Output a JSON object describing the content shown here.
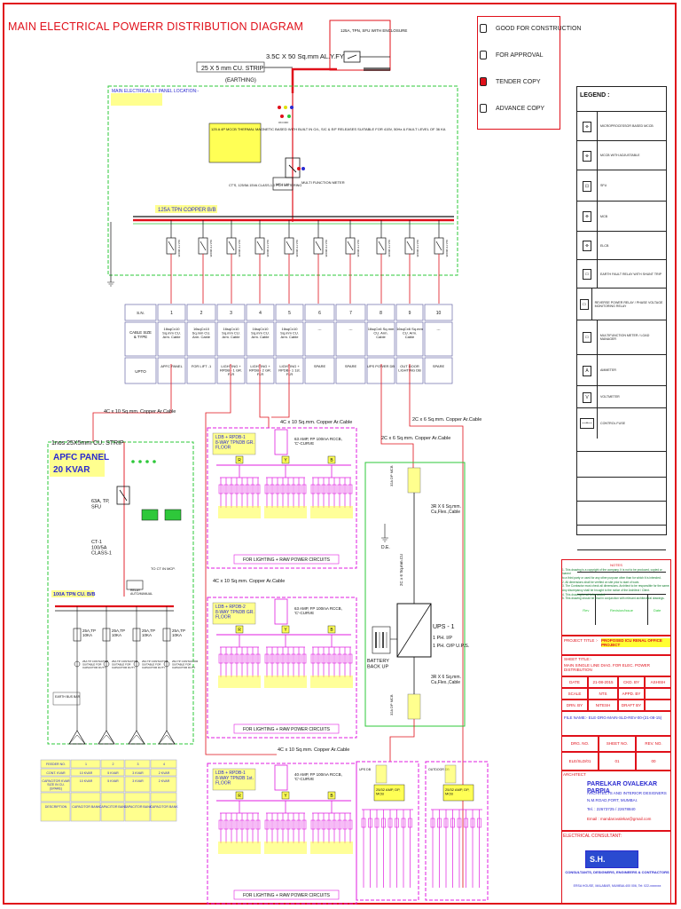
{
  "title": "MAIN ELECTRICAL POWERR DISTRIBUTION DIAGRAM",
  "status_options": [
    "GOOD FOR CONSTRUCTION",
    "FOR APPROVAL",
    "TENDER COPY",
    "ADVANCE COPY"
  ],
  "status_selected": "TENDER COPY",
  "incomer": {
    "sfu_label": "125A, TPN, SFU WITH ENCLOSURE",
    "cable": "3.5C X 50 Sq.mm  AL.Y.FY",
    "earthing_strip": "25 X 5 mm CU. STRIP",
    "earthing_word": "(EARTHING)",
    "panel_label": "MAIN ELECTRICAL LT PANEL LOCATION:-",
    "mccb_note": "125 A 4P MCCB THERMAL MAGNETIC BASED WITH BUILT IN O/L, S/C & E/F RELEASES SUITABLE FOR 415V, 50Hz & FAULT LEVEL OF 36 KA",
    "ct_note": "CT'S, 125/5A 15VA CLASS-1.0 FOR METERING",
    "meter_label": "MULTI FUNCTION METER",
    "meter_box": "MF / LM",
    "indicator_letters": [
      "R",
      "Y",
      "B"
    ],
    "indicator_sub": "ON  OFF",
    "busbar": "125A TPN COPPER B/B"
  },
  "feeder_table": {
    "header": "S.N.",
    "row2_label": "CABLE SIZE & TYPE",
    "row3_label": "UPTO",
    "numbers": [
      "1",
      "2",
      "3",
      "4",
      "5",
      "6",
      "7",
      "8",
      "9",
      "10"
    ],
    "cables": [
      "16sqCx10 Sq.mm CU. Arm. Cable",
      "16sqCx10 Sq.mm CU. Arm. Cable",
      "16sqCx10 Sq.mm CU. Arm. Cable",
      "16sqCx10 Sq.mm CU. Arm. Cable",
      "16sqCx10 Sq.mm CU. Arm. Cable",
      "---",
      "---",
      "16sqCx6 Sq.mm CU. Arm. Cable",
      "16sqCx6 Sq.mm CU. Arm. Cable",
      "---"
    ],
    "upto": [
      "APFC PANEL",
      "FOR LIFT -1",
      "LIGHTING + RPDB - 1 GR. FLR",
      "LIGHTING + RPDB - 2 GR. FLR",
      "LIGHTING + RPDB - 1 1st. FLR",
      "SPARE",
      "SPARE",
      "UPS POWER DB",
      "OUT DOOR LIGHTING DB",
      "SPARE"
    ]
  },
  "cable_labels": [
    "4C x 10 Sq.mm. Copper Ar.Cable",
    "4C x 10 Sq.mm. Copper Ar.Cable",
    "2C x 6 Sq.mm. Copper Ar.Cable",
    "2C x 6 Sq.mm. Copper Ar.Cable",
    "4C x 10 Sq.mm. Copper Ar.Cable",
    "4C x 10 Sq.mm. Copper Ar.Cable"
  ],
  "apfc": {
    "strip": "1nos 25X5mm CU. STRIP",
    "title1": "APFC PANEL",
    "title2": "20 KVAR",
    "sfu": "63A, TP, SFU",
    "ct": "CT-1 100/5A CLASS-1",
    "to_ct": "TO CT IN MCP.",
    "relay": "RELAY AUTO/MANUAL",
    "busbar": "100A TPN CU. B/B",
    "branches": [
      "25A,TP 10KA",
      "25A,TP 10KA",
      "25A,TP 10KA",
      "25A,TP 10KA"
    ],
    "contactor": "25A TP CONTACTOR SUITABLE FOR CAPACITOR DUTY",
    "earth": "EARTH BUS BAR",
    "table": {
      "rows": [
        [
          "FEEDER NO.",
          "1",
          "2",
          "3",
          "4"
        ],
        [
          "CONT. KVAR",
          "10 KVAR",
          "5 KVAR",
          "3 KVAR",
          "2 KVAR"
        ],
        [
          "CAPACITOR KVAR SIZE IN CU. (SPARE)",
          "10 KVAR",
          "5 KVAR",
          "3 KVAR",
          "2 KVAR"
        ],
        [
          "",
          "",
          "",
          "",
          ""
        ],
        [
          "DESCRIPTION",
          "CAPACITOR BANK",
          "CAPACITOR BANK",
          "CAPACITOR BANK",
          "CAPACITOR BANK"
        ]
      ]
    }
  },
  "ldbs": [
    {
      "title": "LDB + RPDB-1 8-WAY TPNDB GR. FLOOR",
      "mcb": "63 AMP, FP 100mA RCCB, 'C'-CURVE",
      "footer": "FOR LIGHTING + RAW POWER CIRCUITS"
    },
    {
      "title": "LDB + RPDB-2 8-WAY TPNDB GR. FLOOR",
      "mcb": "63 AMP, FP 100mA RCCB, 'C'-CURVE",
      "footer": "FOR LIGHTING + RAW POWER CIRCUITS"
    },
    {
      "title": "LDB + RPDB-1 8-WAY TPNDB 1st. FLOOR",
      "mcb": "40 AMP, FP 100mA RCCB, 'C'-CURVE",
      "footer": "FOR LIGHTING + RAW POWER CIRCUITS"
    }
  ],
  "phase_letters": [
    "R",
    "Y",
    "B"
  ],
  "ups": {
    "dp_in": "32A DP MCB",
    "cable_in": "3R X 6 Sq.mm. Cu,Flex.,Cable",
    "cable_vert": "2C x 6 Sq.mm.CU",
    "de": "D.E.",
    "title": "UPS - 1",
    "detail1": "1 PH. I/P",
    "detail2": "1 PH. O/P U.P.S.",
    "battery": "BATTERY BACK UP",
    "dp_out": "32A DP MCB",
    "cable_out": "3R X 6 Sq.mm. Cu,Flex.,Cable"
  },
  "small_dbs": [
    {
      "title": "UPS DB",
      "rating": "25/32 AMP, DP, MCB"
    },
    {
      "title": "OUTDOOR DB",
      "rating": "25/32 AMP, DP, MCB"
    }
  ],
  "legend": {
    "heading": "LEGEND :",
    "rows": [
      {
        "icon": "mccb-icon",
        "text": "MICROPROCESSOR BASED MCCB"
      },
      {
        "icon": "mccb-adj-icon",
        "text": "MCCB WITH ADJUSTABLE"
      },
      {
        "icon": "sfu-icon",
        "text": "SFU"
      },
      {
        "icon": "mcb-icon",
        "text": "MCB"
      },
      {
        "icon": "elcb-icon",
        "text": "ELCB"
      },
      {
        "icon": "relay-icon",
        "text": "EARTH FAULT RELAY WITH SHUNT TRIP"
      },
      {
        "icon": "reverse-relay-icon",
        "text": "REVERSE POWER RELAY / PHASE VOLTAGE MONITORING RELAY"
      },
      {
        "icon": "meter-icon",
        "text": "MULTIFUNCTION METER / LOAD MANAGER"
      },
      {
        "icon": "ammeter-icon",
        "text": "AMMETER"
      },
      {
        "icon": "voltmeter-icon",
        "text": "VOLTMETER"
      },
      {
        "icon": "fuse-icon",
        "text": "CONTROL FUSE"
      }
    ],
    "sym_text": {
      "A": "A",
      "V": "V",
      "MF": "MF / LM"
    },
    "rev_row": [
      "Rev",
      "Revision/Issue",
      "Date"
    ]
  },
  "notes": {
    "heading": "NOTES",
    "lines": [
      "1. This drawing is a copyright of the company. It is not to be produced, copied or loaned",
      "   to a third party or used for any other purpose other than for which it is intended.",
      "2. All dimensions shall be verified on site prior to start of work.",
      "3. The Contractor must check all dimensions. Architect to be responsible for the same.",
      "   Any discrepancy shall be brought to the notice of the Architect / Client.",
      "4. This drawing is not to be scaled.",
      "5. This drawing should be read in conjunction with relevant architectural drawings."
    ]
  },
  "title_block": {
    "project_label": "PROJECT TITLE :-",
    "project_value": "PROPOSED ICU RENAL OFFICE PROJECT",
    "sheet_label": "SHEET TITLE:-",
    "sheet_value": "MAIN SINGLE LINE DIAG. FOR ELEC. POWER DISTRIBUTION",
    "rows": [
      [
        "DATE",
        "21-08-2015",
        "CKD. BY",
        "ASHISH"
      ],
      [
        "SCALE",
        "NTS",
        "APPD. BY",
        ""
      ],
      [
        "DRN. BY",
        "NITESH",
        "DRAFT BY",
        ""
      ]
    ],
    "file_name": "FILE NAME:- ELE-DRG-MAIN-SLD-REV-00-(21-08-15)",
    "drg_headers": [
      "DRG. NO.",
      "SHEET NO.",
      "REV. NO."
    ],
    "drg_values": [
      "ELE/SLD/01",
      "01",
      "00"
    ],
    "architect_label": "ARCHITECT",
    "architect_name": "PARELKAR OVALEKAR PARPIA",
    "architect_sub": "ARCHITECTS AND INTERIOR DESIGNERS",
    "architect_addr": "N.M.ROAD,FORT, MUMBAI.",
    "architect_tel": "Tel. : 22673725 / 22678840",
    "architect_email": "Email : mandarovalekar@gmail.com",
    "consultant_label": "ELECTRICAL CONSULTANT:",
    "consultant_logo": "S.H.",
    "consultant_name": "CONSULTANTS, DESIGNERS, ENGINEERS & CONTRACTORS",
    "consultant_addr": "ERSA HOUSE, MALABAR, MUMBAI-400 006, Tel: 022-xxxxxxx"
  },
  "colors": {
    "red": "#e0101a",
    "green": "#2ec83a",
    "blue": "#2a2ad0",
    "magenta": "#e01ee0",
    "olive": "#a0a000",
    "dark": "#111111"
  }
}
